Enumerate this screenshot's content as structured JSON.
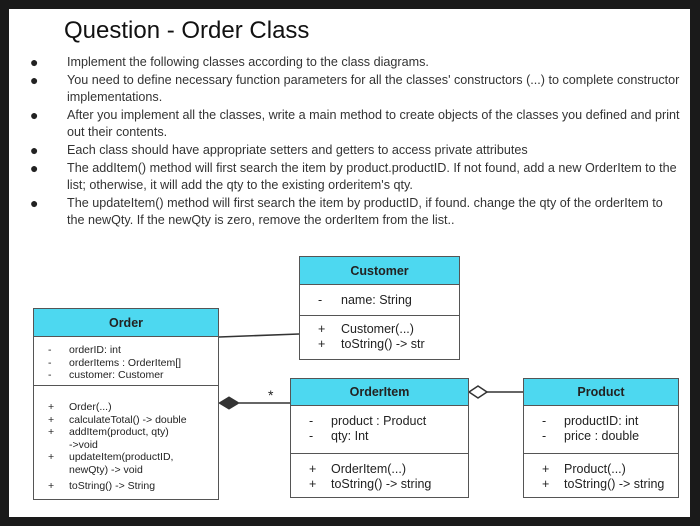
{
  "title": "Question - Order Class",
  "bullets": [
    "Implement the following classes according to the class diagrams.",
    "You need to define necessary function parameters for all the classes' constructors (...) to complete constructor implementations.",
    "After you implement all the classes, write a main method to create objects of the classes you defined and print out their contents.",
    "Each class should have appropriate setters and getters to access private attributes",
    "The addItem() method will first search the item by product.productID. If not found, add a new OrderItem to the list; otherwise, it will add the qty to the existing orderitem's qty.",
    "The updateItem() method will first search the item by productID, if found. change the qty of the orderItem to the newQty. If the newQty is zero, remove the orderItem from the list.."
  ],
  "customer": {
    "name": "Customer",
    "attributes": [
      {
        "sym": "-",
        "text": "name: String"
      }
    ],
    "methods": [
      {
        "sym": "+",
        "text": "Customer(...)"
      },
      {
        "sym": "+",
        "text": "toString() -> str"
      }
    ]
  },
  "order": {
    "name": "Order",
    "attributes": [
      {
        "sym": "-",
        "text": "orderID: int"
      },
      {
        "sym": "-",
        "text": "orderItems : OrderItem[]"
      },
      {
        "sym": "-",
        "text": "customer: Customer"
      }
    ],
    "methods": [
      {
        "sym": "+",
        "text": "Order(...)"
      },
      {
        "sym": "+",
        "text": "calculateTotal() -> double"
      },
      {
        "sym": "+",
        "text": "addItem(product, qty)"
      },
      {
        "sym": "",
        "text": "->void"
      },
      {
        "sym": "+",
        "text": "updateItem(productID,"
      },
      {
        "sym": "",
        "text": "newQty) -> void"
      },
      {
        "sym": "+",
        "text": "toString() -> String"
      }
    ]
  },
  "orderitem": {
    "name": "OrderItem",
    "attributes": [
      {
        "sym": "-",
        "text": "product : Product"
      },
      {
        "sym": "-",
        "text": "qty: Int"
      }
    ],
    "methods": [
      {
        "sym": "+",
        "text": "OrderItem(...)"
      },
      {
        "sym": "+",
        "text": "toString() -> string"
      }
    ]
  },
  "product": {
    "name": "Product",
    "attributes": [
      {
        "sym": "-",
        "text": "productID: int"
      },
      {
        "sym": "-",
        "text": "price : double"
      }
    ],
    "methods": [
      {
        "sym": "+",
        "text": "Product(...)"
      },
      {
        "sym": "+",
        "text": "toString() -> string"
      }
    ]
  },
  "multiplicity": "*",
  "colors": {
    "header": "#4dd8f0",
    "border": "#555555",
    "backdrop": "#1a1a1a"
  }
}
